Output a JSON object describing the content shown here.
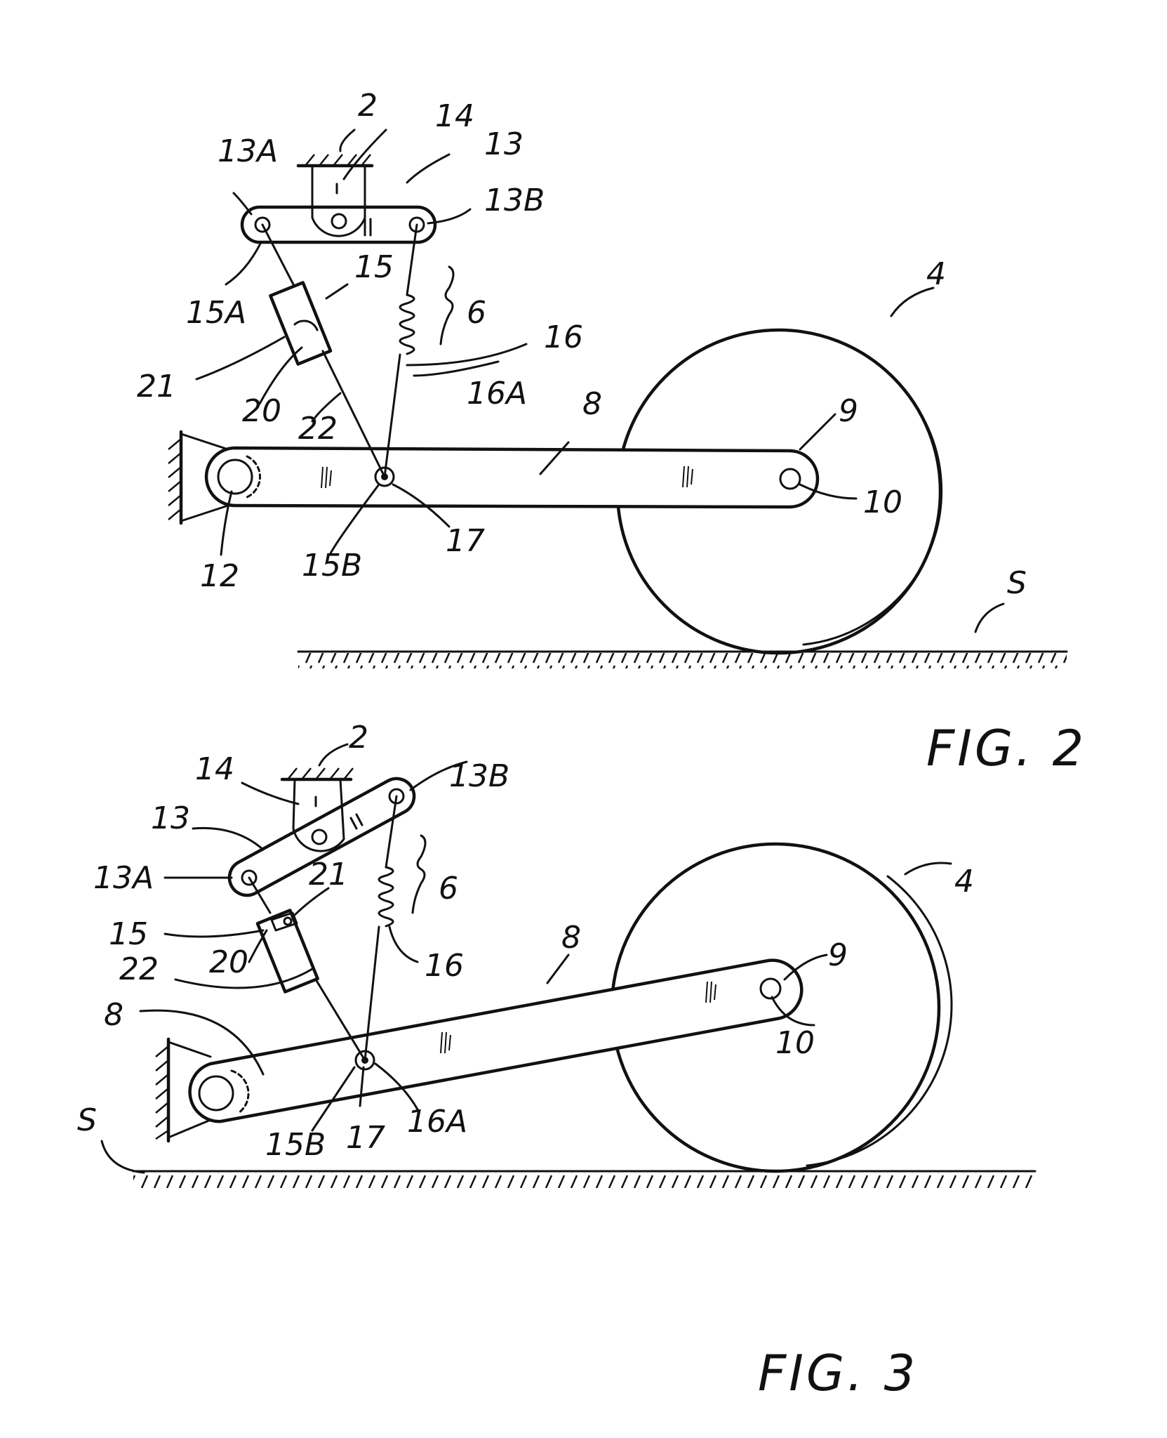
{
  "figures": [
    {
      "title": "FIG. 2",
      "labels": {
        "l2": "2",
        "l14": "14",
        "l13": "13",
        "l13A": "13A",
        "l13B": "13B",
        "l15": "15",
        "l15A": "15A",
        "l6": "6",
        "l16": "16",
        "l4": "4",
        "l21": "21",
        "l20": "20",
        "l22": "22",
        "l16A": "16A",
        "l8": "8",
        "l9": "9",
        "l10": "10",
        "l12": "12",
        "l15B": "15B",
        "l17": "17",
        "lS": "S"
      }
    },
    {
      "title": "FIG. 3",
      "labels": {
        "l2": "2",
        "l14": "14",
        "l13": "13",
        "l13B": "13B",
        "l13A": "13A",
        "l21": "21",
        "l6": "6",
        "l4": "4",
        "l15": "15",
        "l20": "20",
        "l16": "16",
        "l8a": "8",
        "l9": "9",
        "l22": "22",
        "l8b": "8",
        "l10": "10",
        "l15B": "15B",
        "l17": "17",
        "l16A": "16A",
        "lS": "S"
      }
    }
  ]
}
